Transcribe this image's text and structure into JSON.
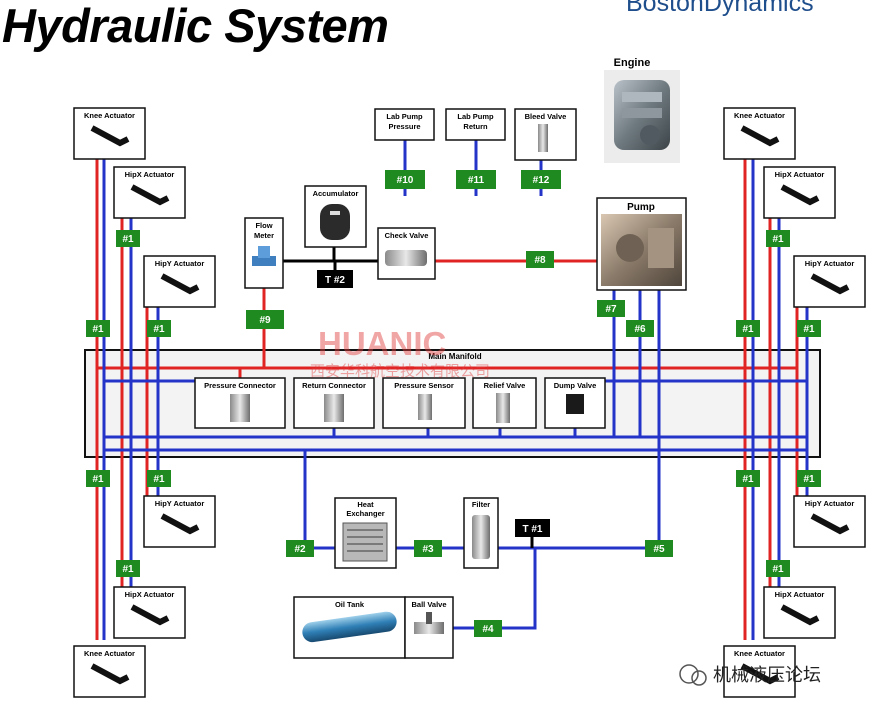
{
  "title": "Hydraulic System",
  "brand": "BostonDynamics",
  "components": {
    "engine": "Engine",
    "pump": "Pump",
    "accumulator": "Accumulator",
    "flow_meter": "Flow Meter",
    "check_valve": "Check Valve",
    "lab_pump_pressure": "Lab Pump Pressure",
    "lab_pump_return": "Lab Pump Return",
    "bleed_valve": "Bleed Valve",
    "main_manifold": "Main Manifold",
    "pressure_connector": "Pressure Connector",
    "return_connector": "Return Connector",
    "pressure_sensor": "Pressure Sensor",
    "relief_valve": "Relief Valve",
    "dump_valve": "Dump Valve",
    "heat_exchanger": "Heat Exchanger",
    "filter": "Filter",
    "oil_tank": "Oil Tank",
    "ball_valve": "Ball Valve",
    "knee_actuator": "Knee Actuator",
    "hipx_actuator": "HipX Actuator",
    "hipy_actuator": "HipY Actuator"
  },
  "tees": {
    "t1": "T #1",
    "t2": "T #2"
  },
  "hoses": {
    "h1": "#1",
    "h2": "#2",
    "h3": "#3",
    "h4": "#4",
    "h5": "#5",
    "h6": "#6",
    "h7": "#7",
    "h8": "#8",
    "h9": "#9",
    "h10": "#10",
    "h11": "#11",
    "h12": "#12"
  },
  "watermark": {
    "latin": "HUANIC",
    "chinese": "西安华科航空技术有限公司"
  },
  "wechat": "机械液压论坛",
  "colors": {
    "pressure": "#e02424",
    "return": "#2433c8",
    "hose_tag": "#1f8a1f",
    "tee": "#000000"
  }
}
